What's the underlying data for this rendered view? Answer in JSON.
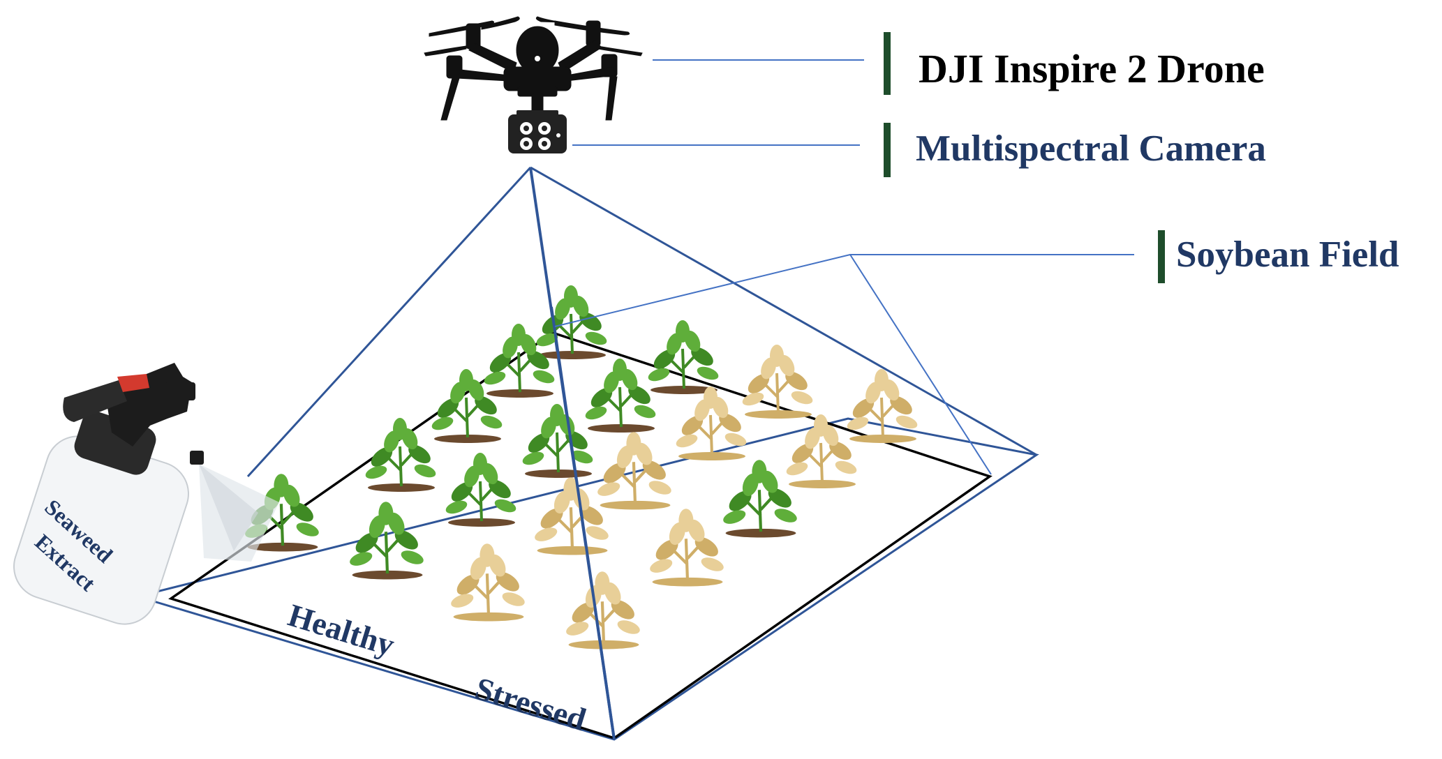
{
  "labels": {
    "drone": "DJI Inspire 2 Drone",
    "camera": "Multispectral Camera",
    "field": "Soybean Field",
    "healthy": "Healthy",
    "stressed": "Stressed",
    "sprayer_line1": "Seaweed",
    "sprayer_line2": "Extract"
  },
  "colors": {
    "line_blue": "#2f5597",
    "label_navy": "#203864",
    "label_black": "#000000",
    "tick_green": "#1e4d2b",
    "leaf_healthy": "#5fae3a",
    "leaf_healthy_dark": "#3f8a24",
    "leaf_stressed": "#e8cf98",
    "leaf_stressed_dark": "#cfae68",
    "soil": "#6b4a2e"
  },
  "icons": {
    "drone": "quadcopter-drone-icon",
    "camera": "multispectral-camera-icon",
    "sprayer": "spray-bottle-icon",
    "plant": "soybean-plant-icon"
  }
}
